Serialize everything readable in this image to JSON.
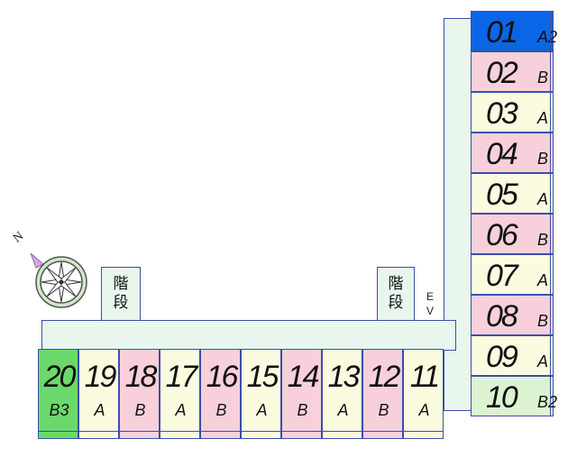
{
  "colors": {
    "pink": "#f8d0dc",
    "cream": "#fbfbe0",
    "lightgreen": "#dcf3d2",
    "green": "#6bd86b",
    "blue": "#0a66e6",
    "corridor": "#e8f6ee",
    "border": "#3a4fa8"
  },
  "compass": {
    "north_label": "N"
  },
  "stairs": [
    {
      "label_1": "階",
      "label_2": "段"
    },
    {
      "label_1": "階",
      "label_2": "段"
    }
  ],
  "elevator": {
    "label_1": "E",
    "label_2": "V"
  },
  "units_right": [
    {
      "number": "01",
      "type": "A2",
      "color": "blue"
    },
    {
      "number": "02",
      "type": "B",
      "color": "pink"
    },
    {
      "number": "03",
      "type": "A",
      "color": "cream"
    },
    {
      "number": "04",
      "type": "B",
      "color": "pink"
    },
    {
      "number": "05",
      "type": "A",
      "color": "cream"
    },
    {
      "number": "06",
      "type": "B",
      "color": "pink"
    },
    {
      "number": "07",
      "type": "A",
      "color": "cream"
    },
    {
      "number": "08",
      "type": "B",
      "color": "pink"
    },
    {
      "number": "09",
      "type": "A",
      "color": "cream"
    },
    {
      "number": "10",
      "type": "B2",
      "color": "lightgreen"
    }
  ],
  "units_bottom": [
    {
      "number": "20",
      "type": "B3",
      "color": "green"
    },
    {
      "number": "19",
      "type": "A",
      "color": "cream"
    },
    {
      "number": "18",
      "type": "B",
      "color": "pink"
    },
    {
      "number": "17",
      "type": "A",
      "color": "cream"
    },
    {
      "number": "16",
      "type": "B",
      "color": "pink"
    },
    {
      "number": "15",
      "type": "A",
      "color": "cream"
    },
    {
      "number": "14",
      "type": "B",
      "color": "pink"
    },
    {
      "number": "13",
      "type": "A",
      "color": "cream"
    },
    {
      "number": "12",
      "type": "B",
      "color": "pink"
    },
    {
      "number": "11",
      "type": "A",
      "color": "cream"
    }
  ]
}
